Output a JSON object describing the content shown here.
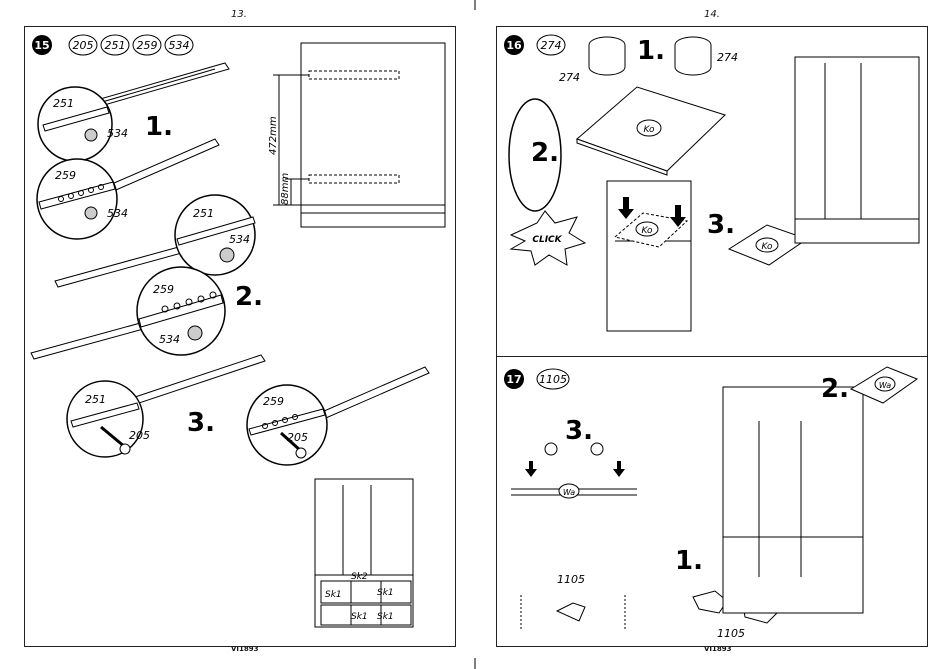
{
  "left_page": {
    "page_number": "13.",
    "footer": "VI1893",
    "step": {
      "number": "15",
      "parts": [
        "205",
        "251",
        "259",
        "534"
      ],
      "callouts": {
        "a": {
          "part": "251",
          "screw": "534"
        },
        "b": {
          "part": "259",
          "screw": "534"
        },
        "c": {
          "part": "251",
          "screw": "534"
        },
        "d": {
          "part": "259",
          "screw": "534"
        },
        "e": {
          "part": "251",
          "screw": "205"
        },
        "f": {
          "part": "259",
          "screw": "205"
        }
      },
      "markers": [
        "1.",
        "2.",
        "3."
      ],
      "dimensions": {
        "height": "472mm",
        "offset": "88mm"
      },
      "drawer_labels": [
        "Sk2",
        "Sk1",
        "Sk1",
        "Sk1",
        "Sk1"
      ]
    }
  },
  "right_page": {
    "page_number": "14.",
    "footer": "VI1893",
    "step16": {
      "number": "16",
      "part": "274",
      "part_labels": [
        "274",
        "274"
      ],
      "markers": [
        "1.",
        "2.",
        "3."
      ],
      "click": "CLICK",
      "panel_label": "Ko"
    },
    "step17": {
      "number": "17",
      "part": "1105",
      "markers": [
        "1.",
        "2.",
        "3."
      ],
      "panel_label": "Wa",
      "part_label": "1105"
    }
  }
}
